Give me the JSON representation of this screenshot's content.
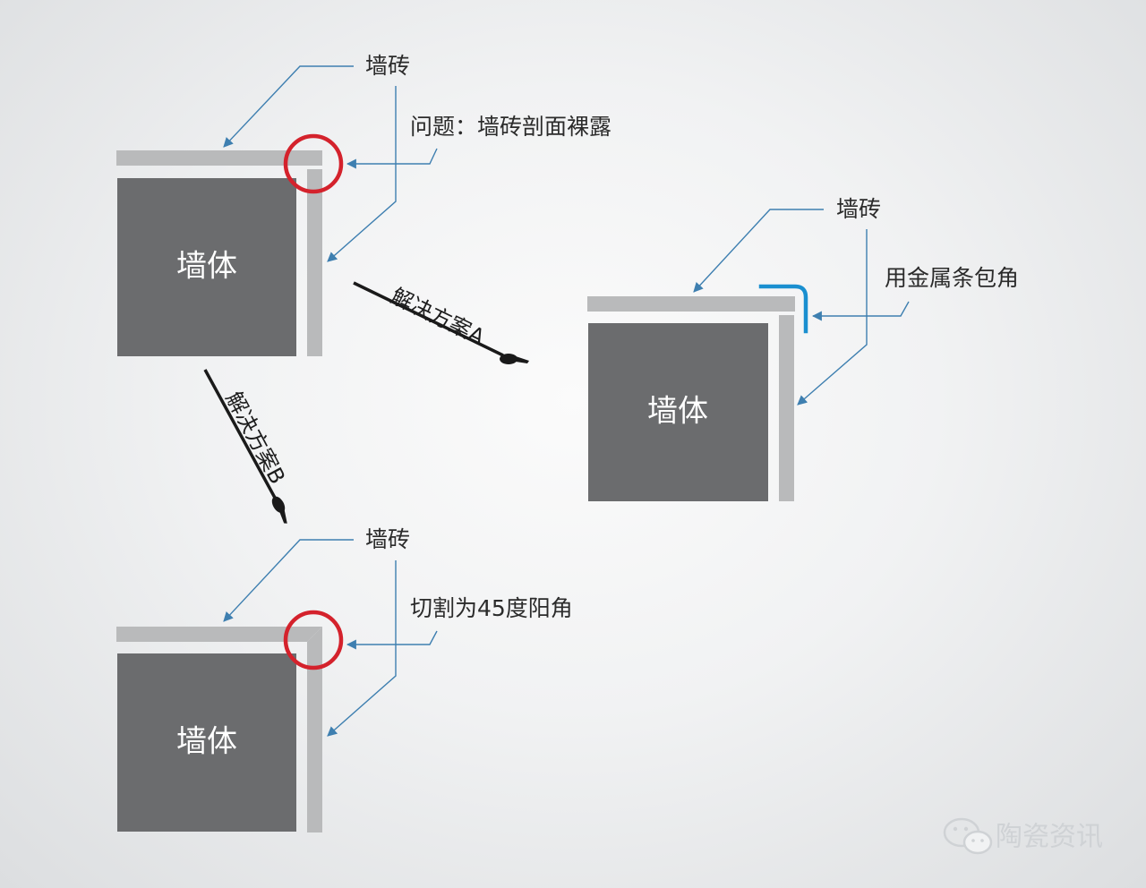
{
  "problem": {
    "wall_label": "墙体",
    "tile_label": "墙砖",
    "issue_label": "问题：墙砖剖面裸露"
  },
  "solution_a": {
    "label": "解决方案A",
    "wall_label": "墙体",
    "tile_label": "墙砖",
    "note_label": "用金属条包角"
  },
  "solution_b": {
    "label": "解决方案B",
    "wall_label": "墙体",
    "tile_label": "墙砖",
    "note_label": "切割为45度阳角"
  },
  "watermark": {
    "text": "陶瓷资讯",
    "icon": "wechat-icon"
  },
  "colors": {
    "wall": "#6b6c6e",
    "tile": "#b9babb",
    "highlight_ring": "#d4222c",
    "metal_strip": "#1a8fd0",
    "leader_line": "#3e7fb0"
  }
}
